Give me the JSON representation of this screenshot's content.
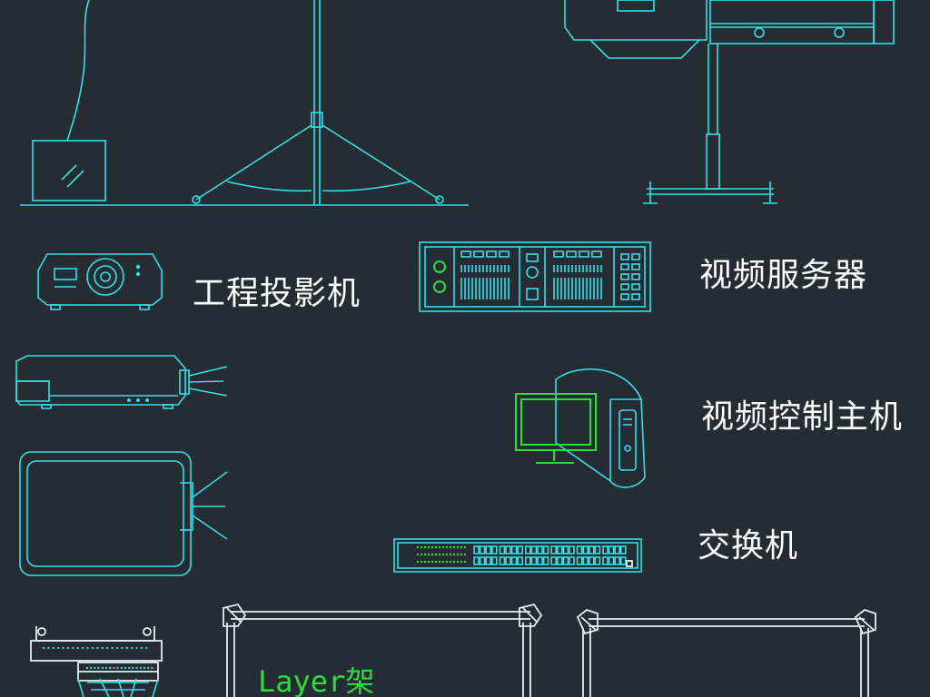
{
  "labels": {
    "projector": "工程投影机",
    "video_server": "视频服务器",
    "video_host": "视频控制主机",
    "switch": "交换机",
    "layer_truss": "Layer架"
  },
  "colors": {
    "background": "#262c33",
    "cad_cyan": "#33e0e6",
    "cad_white": "#e8eef2",
    "cad_green": "#2fdc3e",
    "text": "#ffffff"
  }
}
